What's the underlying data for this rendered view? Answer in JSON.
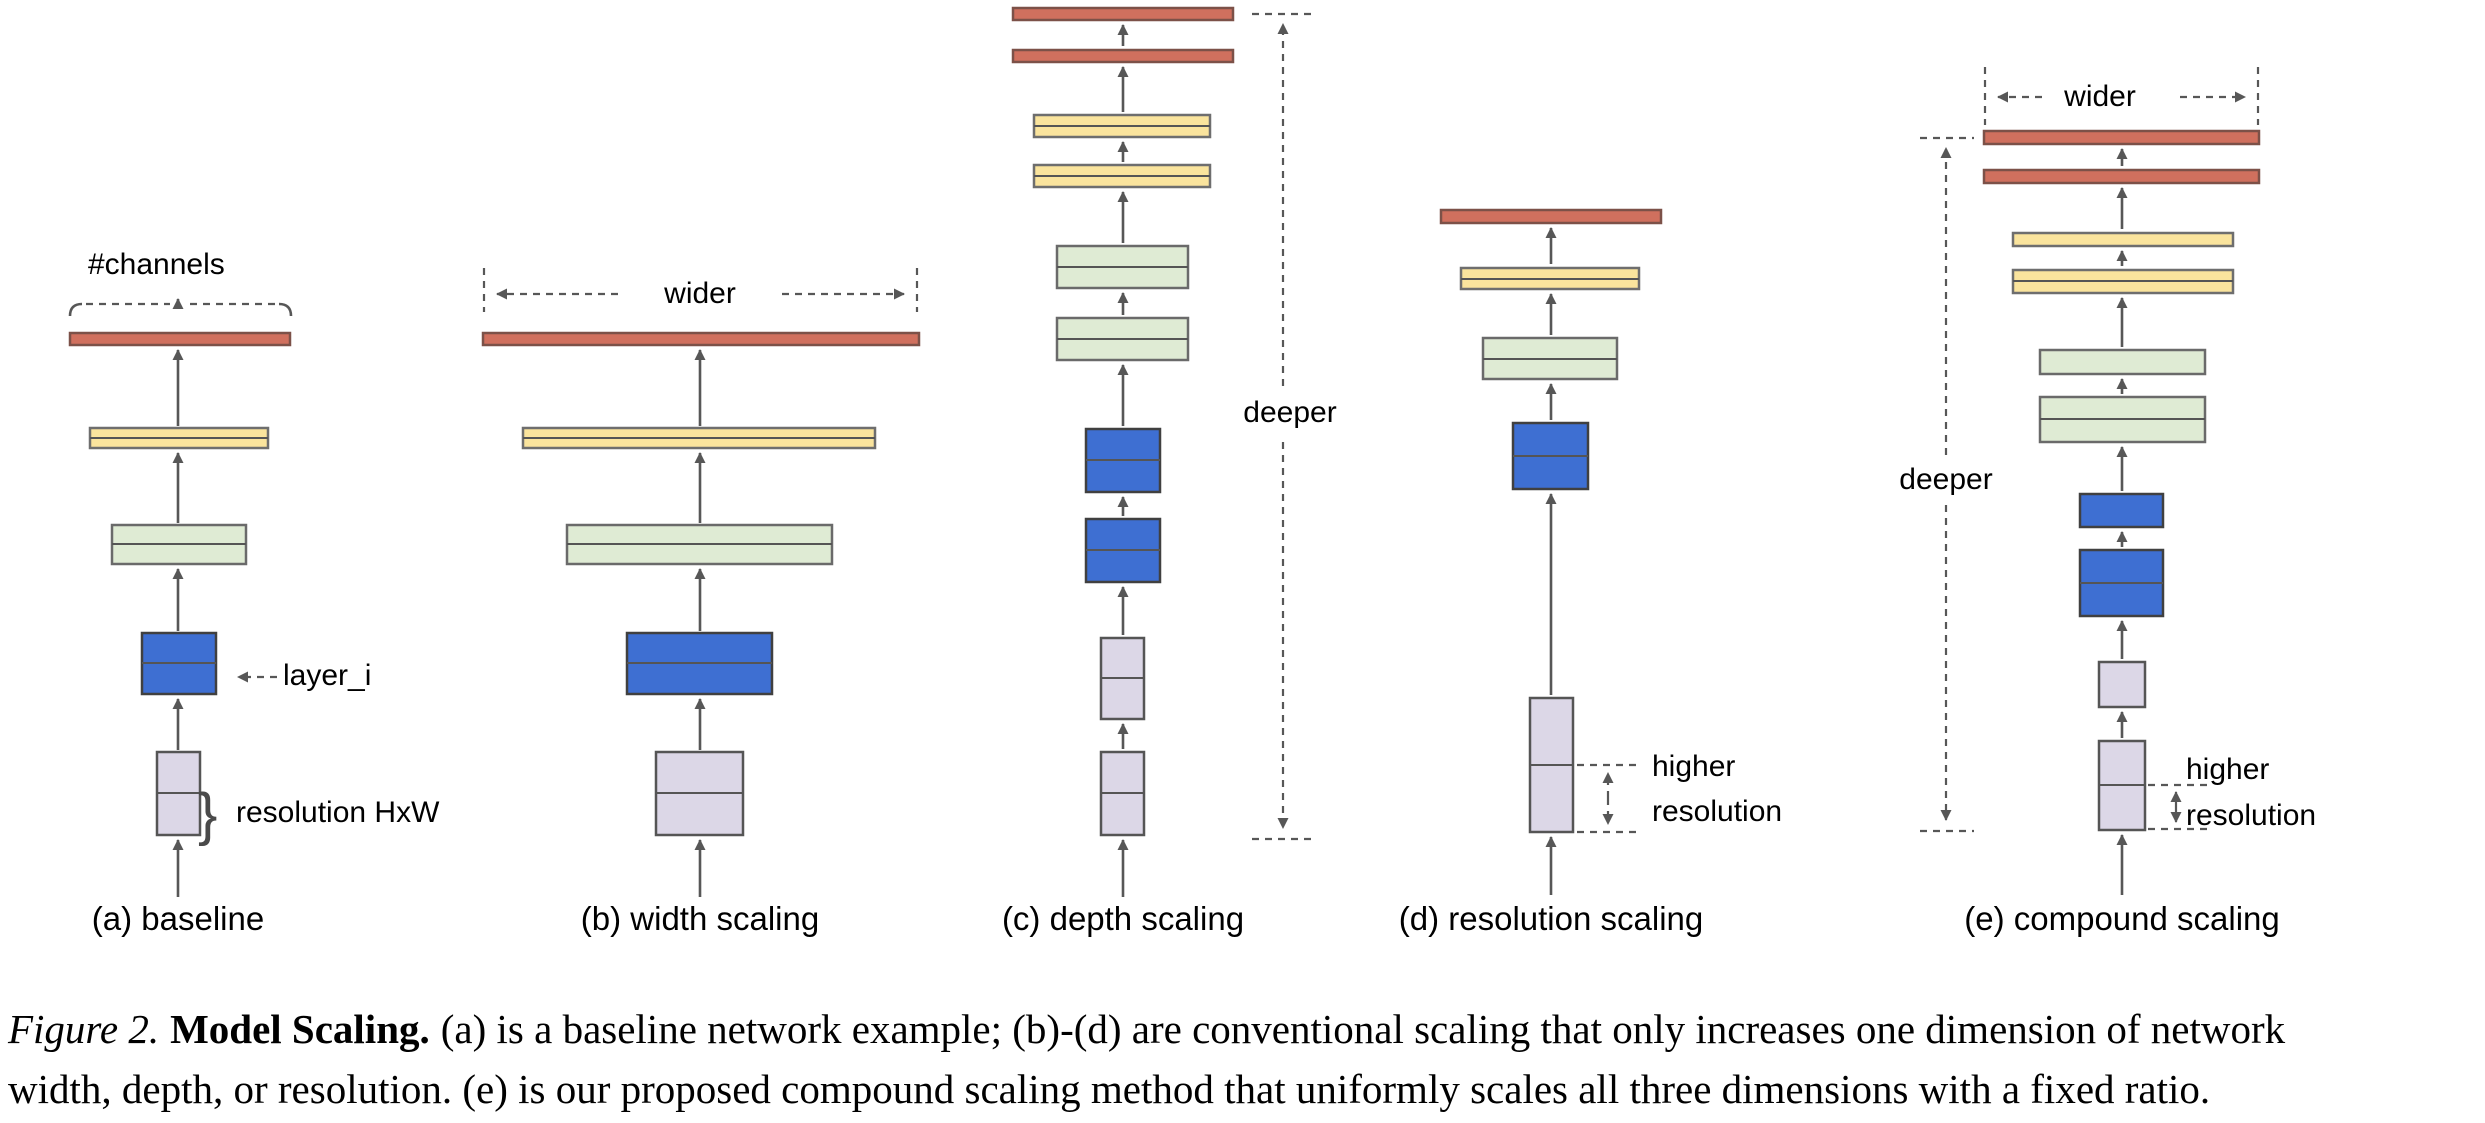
{
  "figure": {
    "labels": {
      "channels": "#channels",
      "layer_i": "layer_i",
      "resolution_hw": "resolution HxW",
      "wider": "wider",
      "deeper": "deeper",
      "higher": "higher",
      "resolution": "resolution",
      "brace": "}"
    },
    "panels": [
      {
        "id": "a",
        "caption": "(a) baseline"
      },
      {
        "id": "b",
        "caption": "(b) width scaling"
      },
      {
        "id": "c",
        "caption": "(c) depth scaling"
      },
      {
        "id": "d",
        "caption": "(d) resolution scaling"
      },
      {
        "id": "e",
        "caption": "(e) compound scaling"
      }
    ],
    "caption": {
      "figure_label": "Figure 2.",
      "bold_title": "Model Scaling.",
      "line1_rest": "(a) is a baseline network example; (b)-(d) are conventional scaling that only increases one dimension of network",
      "line2": "width, depth, or resolution. (e) is our proposed compound scaling method that uniformly scales all three dimensions with a fixed ratio."
    },
    "colors": {
      "red": "#D0705E",
      "yellow": "#FAE49D",
      "green": "#DFEBD4",
      "blue": "#3E6FD2",
      "lavender": "#DCD7E7",
      "line": "#575757"
    }
  }
}
